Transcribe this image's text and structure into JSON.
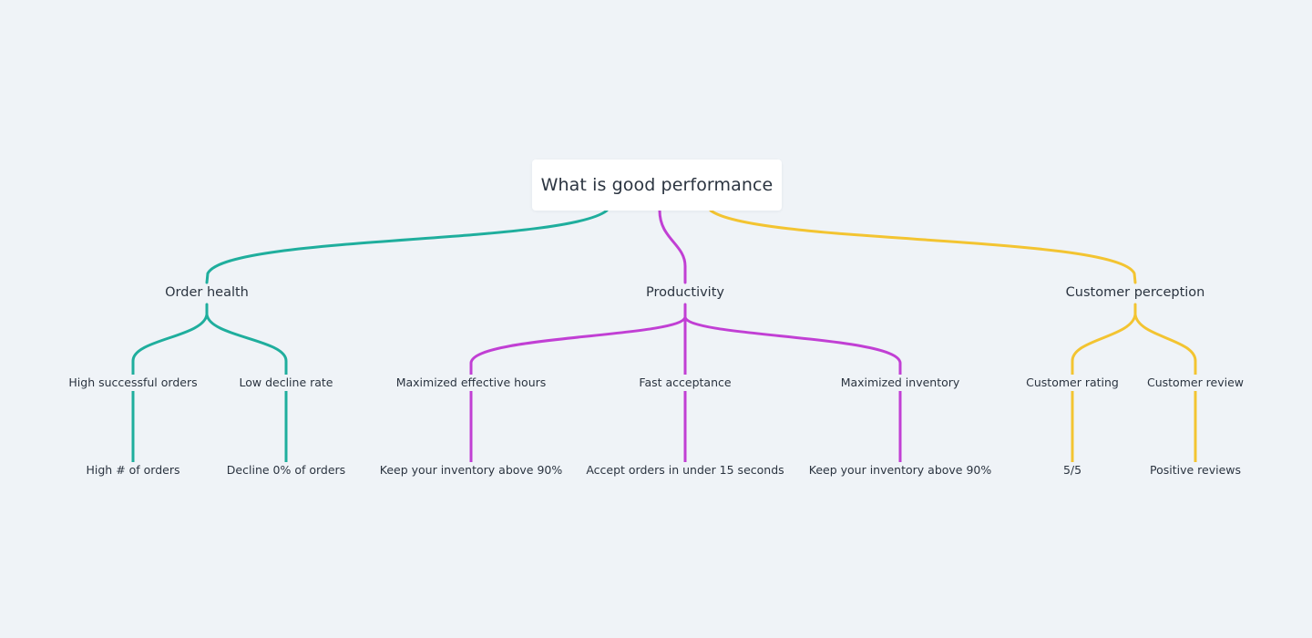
{
  "root": {
    "label": "What is good performance"
  },
  "colors": {
    "background": "#eff3f7",
    "branch_order_health": "#1fae9d",
    "branch_productivity": "#c13fd4",
    "branch_customer_perception": "#f3c431"
  },
  "branches": [
    {
      "label": "Order health",
      "children": [
        {
          "label": "High successful orders",
          "leaf": "High # of orders"
        },
        {
          "label": "Low decline rate",
          "leaf": "Decline 0% of orders"
        }
      ]
    },
    {
      "label": "Productivity",
      "children": [
        {
          "label": "Maximized effective hours",
          "leaf": "Keep your inventory above 90%"
        },
        {
          "label": "Fast acceptance",
          "leaf": "Accept orders in under 15 seconds"
        },
        {
          "label": "Maximized inventory",
          "leaf": "Keep your inventory above 90%"
        }
      ]
    },
    {
      "label": "Customer perception",
      "children": [
        {
          "label": "Customer rating",
          "leaf": "5/5"
        },
        {
          "label": "Customer review",
          "leaf": "Positive reviews"
        }
      ]
    }
  ]
}
